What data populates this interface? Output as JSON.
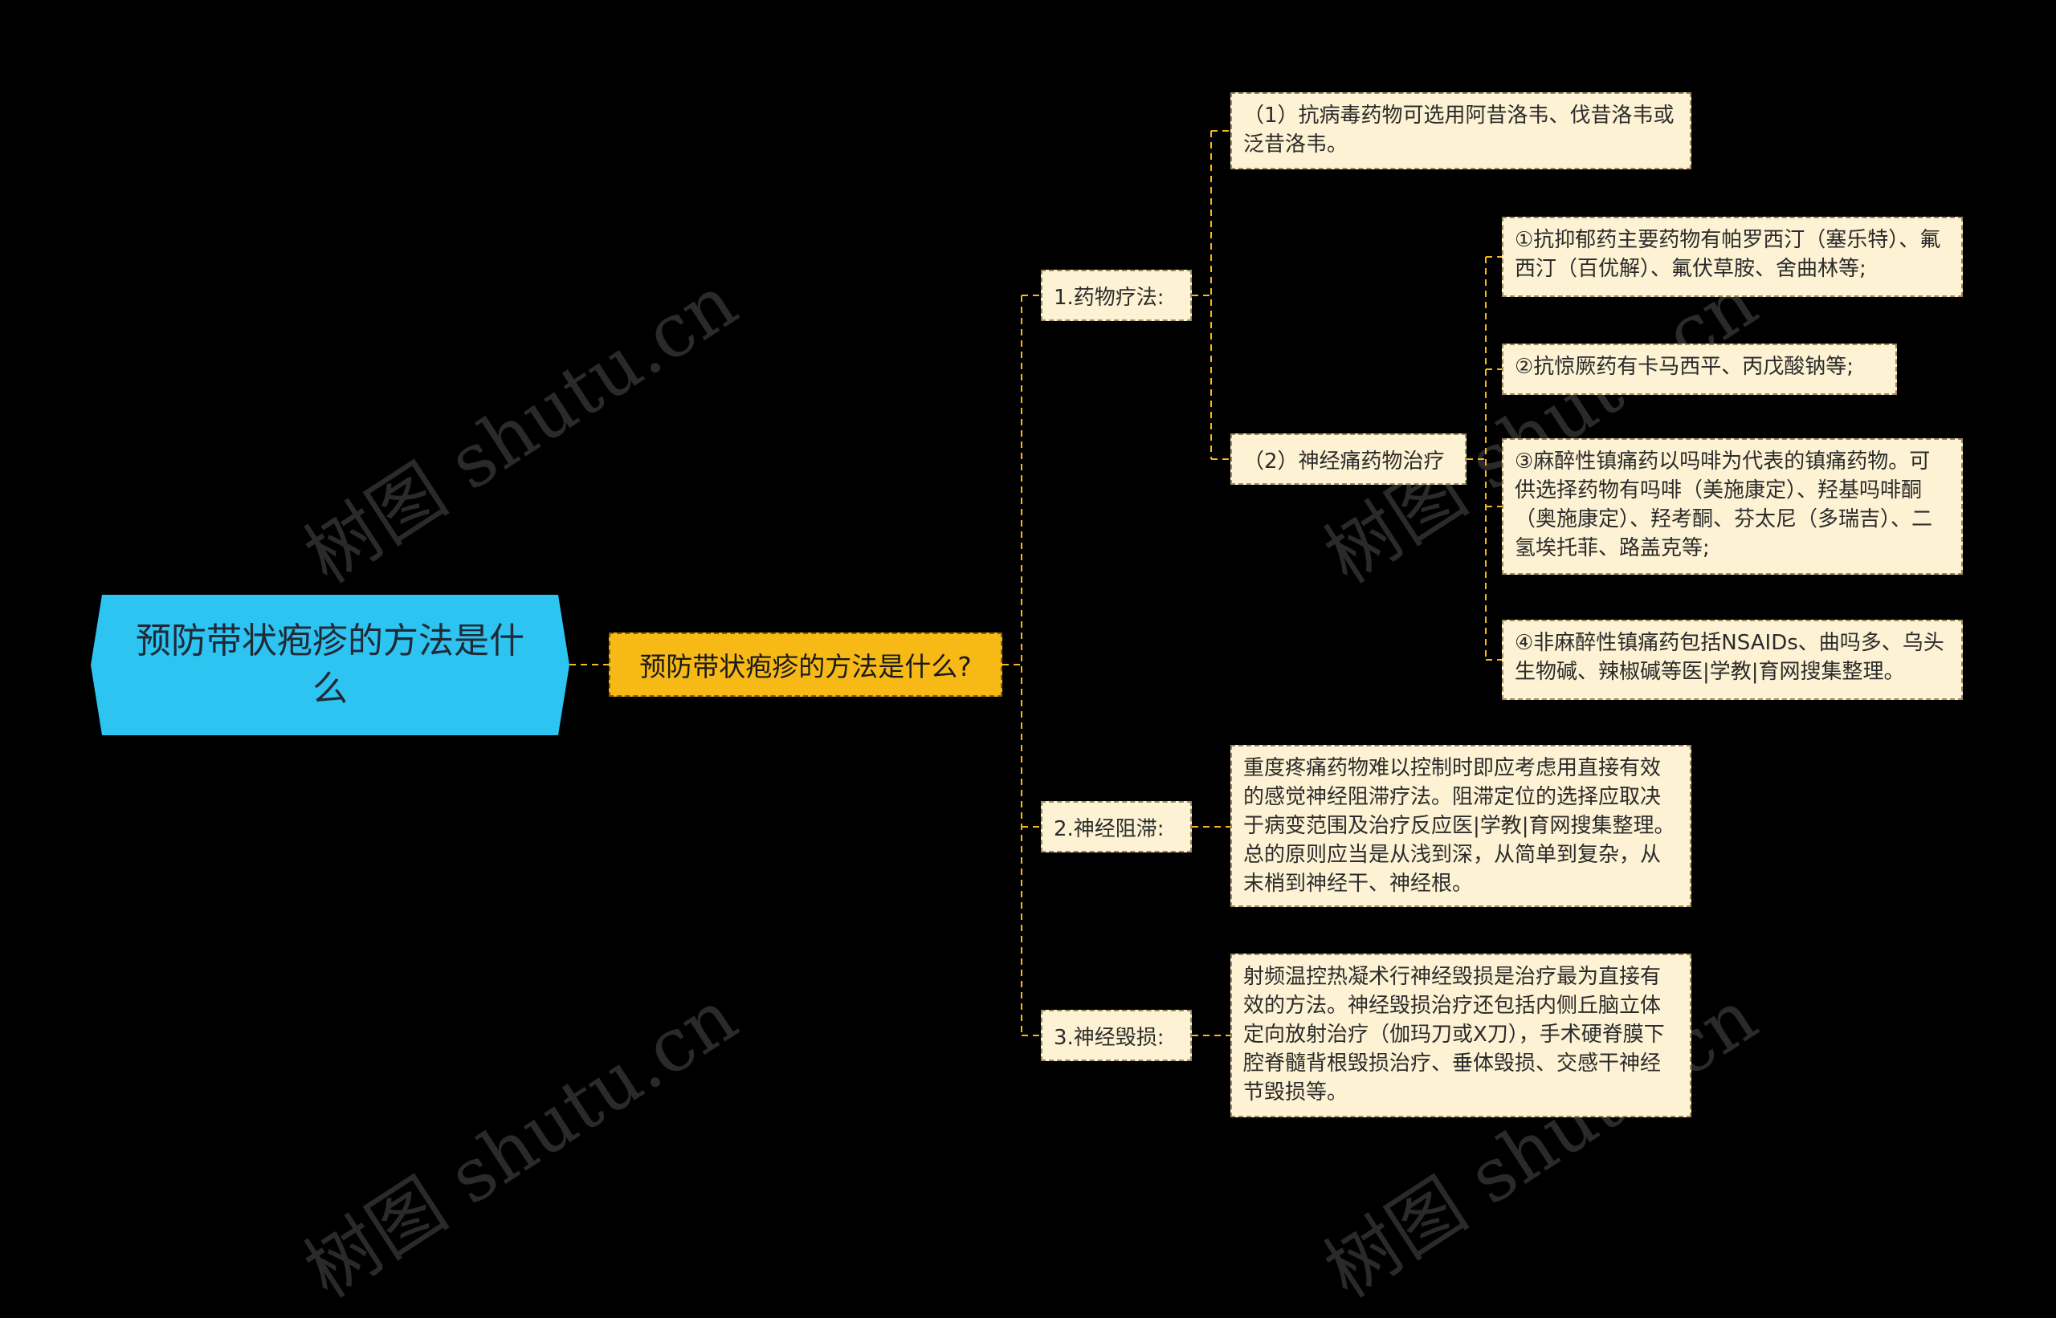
{
  "root": {
    "label": "预防带状疱疹的方法是什么"
  },
  "question": {
    "label": "预防带状疱疹的方法是什么?"
  },
  "branches": {
    "drug": {
      "label": "1.药物疗法:",
      "antiviral": "（1）抗病毒药物可选用阿昔洛韦、伐昔洛韦或泛昔洛韦。",
      "neuralgia": {
        "label": "（2）神经痛药物治疗",
        "items": [
          "①抗抑郁药主要药物有帕罗西汀（塞乐特）、氟西汀（百优解）、氟伏草胺、舍曲林等;",
          "②抗惊厥药有卡马西平、丙戊酸钠等;",
          "③麻醉性镇痛药以吗啡为代表的镇痛药物。可供选择药物有吗啡（美施康定）、羟基吗啡酮（奥施康定）、羟考酮、芬太尼（多瑞吉）、二氢埃托菲、路盖克等;",
          "④非麻醉性镇痛药包括NSAIDs、曲吗多、乌头生物碱、辣椒碱等医|学教|育网搜集整理。"
        ]
      }
    },
    "block": {
      "label": "2.神经阻滞:",
      "text": "重度疼痛药物难以控制时即应考虑用直接有效的感觉神经阻滞疗法。阻滞定位的选择应取决于病变范围及治疗反应医|学教|育网搜集整理。总的原则应当是从浅到深，从简单到复杂，从末梢到神经干、神经根。"
    },
    "destroy": {
      "label": "3.神经毁损:",
      "text": "射频温控热凝术行神经毁损是治疗最为直接有效的方法。神经毁损治疗还包括内侧丘脑立体定向放射治疗（伽玛刀或X刀），手术硬脊膜下腔脊髓背根毁损治疗、垂体毁损、交感干神经节毁损等。"
    }
  },
  "watermark": "树图 shutu.cn",
  "colors": {
    "background": "#000000",
    "root": "#2ec4f2",
    "question": "#f7b916",
    "card": "#fdf2d3",
    "connector": "#f7b916"
  }
}
